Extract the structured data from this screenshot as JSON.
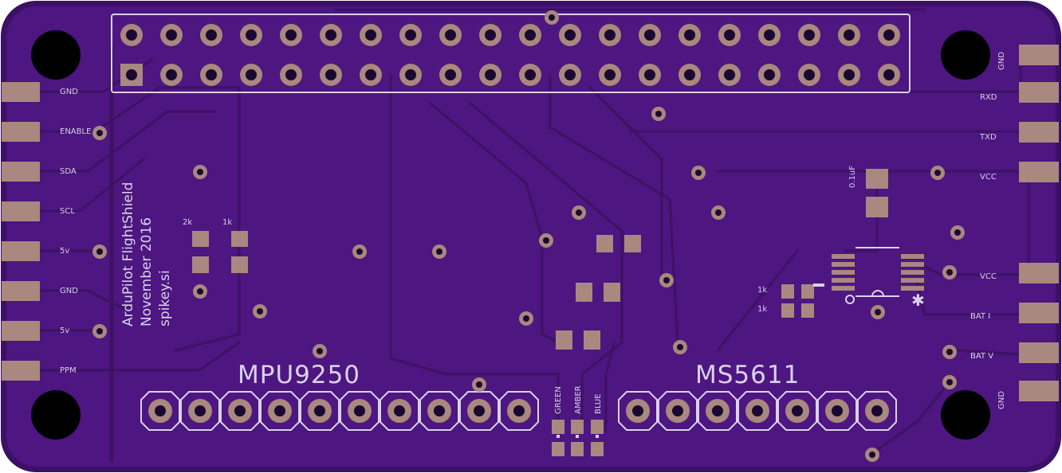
{
  "board": {
    "note_lines": [
      "ArduPilot FlightShield",
      "November 2016",
      "spikey.si"
    ],
    "chip_left": "MPU9250",
    "chip_right": "MS5611",
    "left_pins": [
      "GND",
      "ENABLE",
      "SDA",
      "SCL",
      "5v",
      "GND",
      "5v",
      "PPM"
    ],
    "right_pins_top": [
      "GND",
      "RXD",
      "TXD",
      "VCC"
    ],
    "right_pins_bottom": [
      "VCC",
      "BAT I",
      "BAT V",
      "GND"
    ],
    "resistors_left": [
      "2k",
      "1k"
    ],
    "resistors_right": [
      "1k",
      "1k"
    ],
    "capacitor": "0.1uF",
    "leds": [
      "GREEN",
      "AMBER",
      "BLUE"
    ]
  },
  "colors": {
    "board": "#3c1066",
    "copper": "#4d1680",
    "pad": "#a8887f",
    "silk": "#d9d2ec",
    "hole": "#000000"
  }
}
